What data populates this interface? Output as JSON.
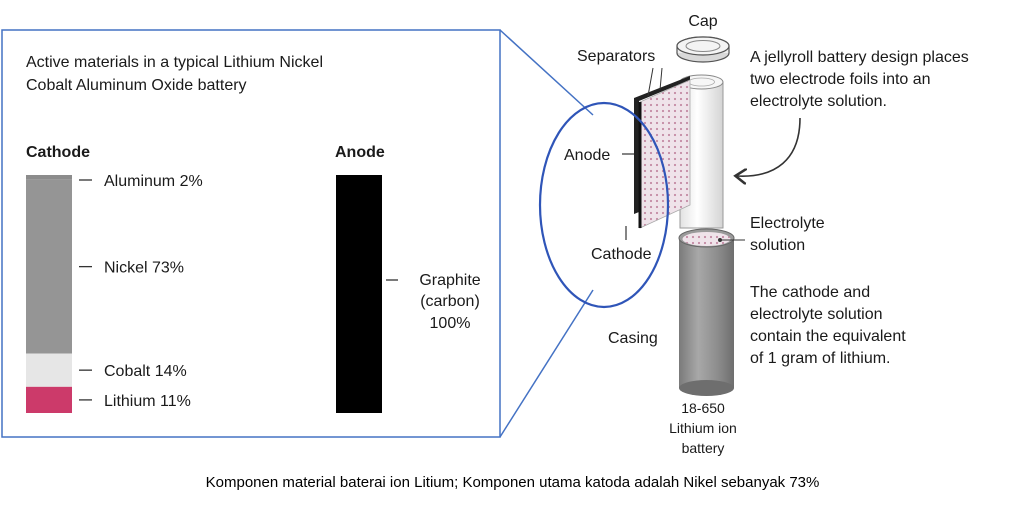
{
  "panel": {
    "title_line1": "Active materials in a typical Lithium Nickel",
    "title_line2": "Cobalt Aluminum Oxide battery"
  },
  "cathode": {
    "heading": "Cathode",
    "components": [
      {
        "label": "Aluminum 2%",
        "percent": 2,
        "color": "#8c8c8c"
      },
      {
        "label": "Nickel 73%",
        "percent": 73,
        "color": "#959595"
      },
      {
        "label": "Cobalt 14%",
        "percent": 14,
        "color": "#e6e6e6"
      },
      {
        "label": "Lithium 11%",
        "percent": 11,
        "color": "#cc3a6a"
      }
    ]
  },
  "anode": {
    "heading": "Anode",
    "label_line1": "Graphite",
    "label_line2": "(carbon)",
    "label_line3": "100%",
    "percent": 100,
    "color": "#000000"
  },
  "cell": {
    "cap": "Cap",
    "separators": "Separators",
    "anode": "Anode",
    "cathode": "Cathode",
    "casing": "Casing",
    "electrolyte_line1": "Electrolyte",
    "electrolyte_line2": "solution",
    "jelly_line1": "A jellyroll battery design places",
    "jelly_line2": "two electrode foils into an",
    "jelly_line3": "electrolyte solution.",
    "note_line1": "The cathode and",
    "note_line2": "electrolyte solution",
    "note_line3": "contain the equivalent",
    "note_line4": "of 1 gram of lithium.",
    "model_line1": "18-650",
    "model_line2": "Lithium ion",
    "model_line3": "battery"
  },
  "caption": "Komponen material baterai ion Litium; Komponen utama katoda adalah Nikel sebanyak 73%",
  "colors": {
    "frame": "#4472c4",
    "highlight_ellipse": "#2f55b8",
    "lithium": "#cc3a6a"
  }
}
